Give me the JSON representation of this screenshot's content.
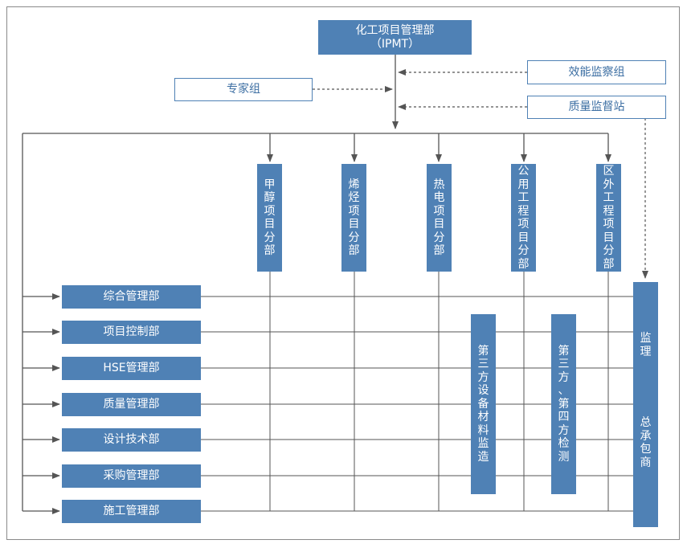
{
  "ipmt": {
    "line1": "化工项目管理部",
    "line2": "（IPMT）"
  },
  "experts": "专家组",
  "efficiency": "效能监察组",
  "quality_station": "质量监督站",
  "subdivisions": [
    "甲醇项目分部",
    "烯烃项目分部",
    "热电项目分部",
    "公用工程项目分部",
    "区外工程项目分部"
  ],
  "departments": [
    "综合管理部",
    "项目控制部",
    "HSE管理部",
    "质量管理部",
    "设计技术部",
    "采购管理部",
    "施工管理部"
  ],
  "third_party_equipment": "第三方设备材料监造",
  "third_fourth_testing": "第三方、第四方检测",
  "supervision": "监理",
  "general_contractor": "总承包商",
  "colors": {
    "box_fill": "#4f81b5",
    "line": "#555555",
    "frame": "#8a8a8a"
  }
}
